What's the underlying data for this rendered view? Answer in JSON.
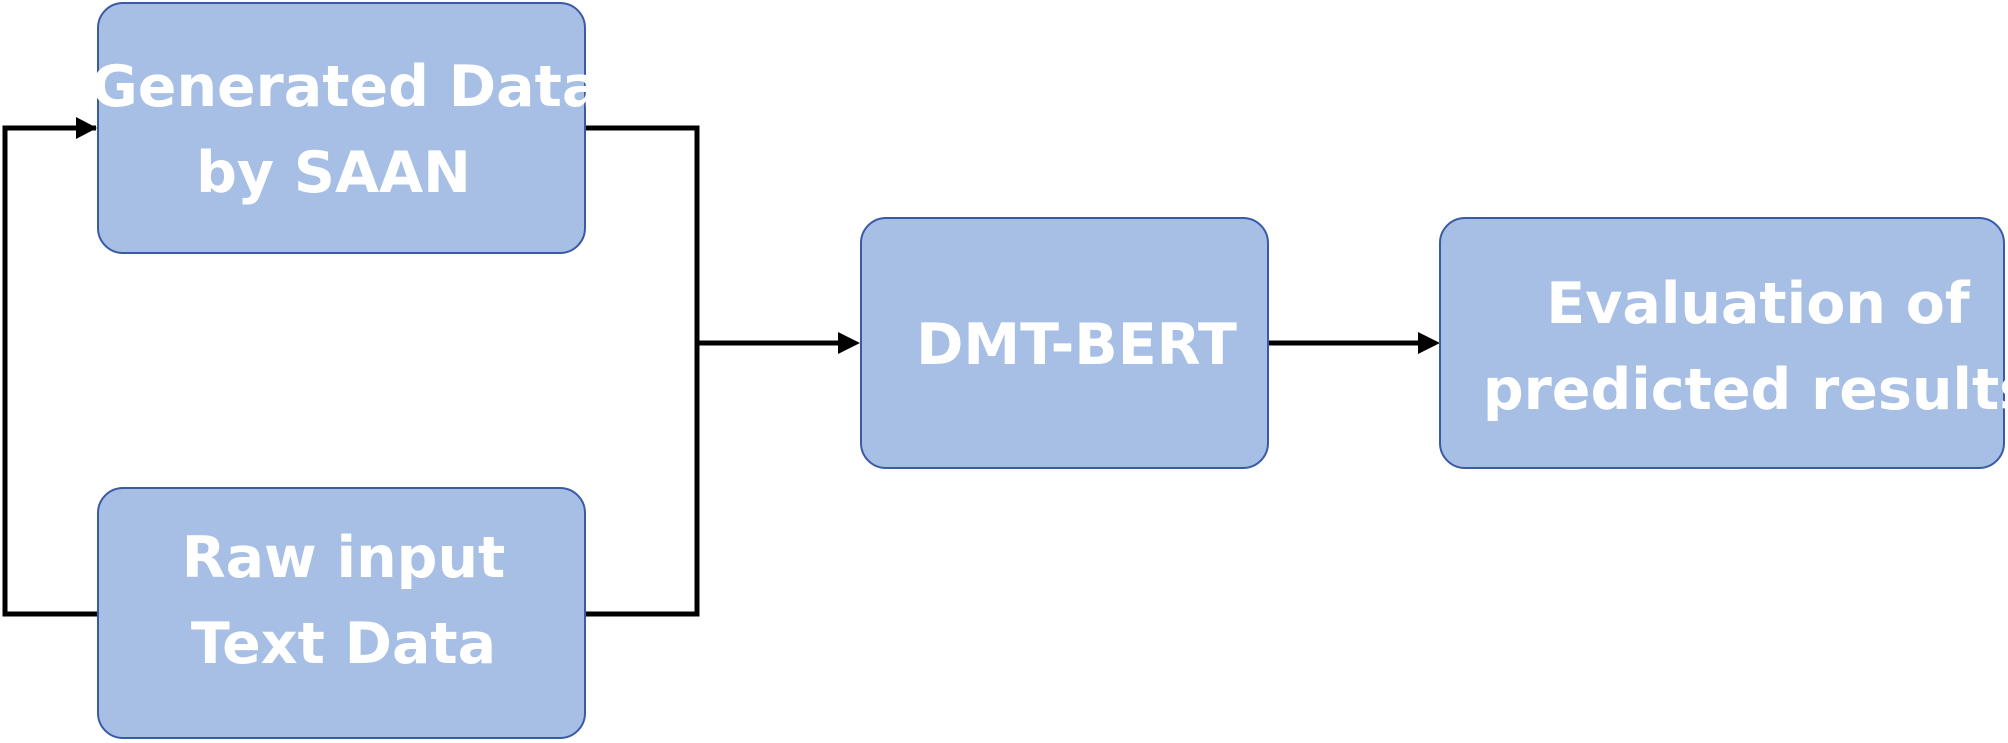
{
  "diagram": {
    "nodes": {
      "generated": {
        "line1": "Generated Data",
        "line2": "by SAAN"
      },
      "raw": {
        "line1": "Raw input",
        "line2": "Text Data"
      },
      "dmt": {
        "line1": "DMT-BERT"
      },
      "eval": {
        "line1": "Evaluation of",
        "line2": "predicted results"
      }
    },
    "edges": [
      {
        "from": "raw",
        "to": "generated"
      },
      {
        "from": "generated",
        "to": "dmt"
      },
      {
        "from": "raw",
        "to": "dmt"
      },
      {
        "from": "dmt",
        "to": "eval"
      }
    ],
    "colors": {
      "box_fill": "#a7bfe4",
      "box_border": "#3b5aa6",
      "text": "#ffffff",
      "connector": "#000000"
    }
  }
}
